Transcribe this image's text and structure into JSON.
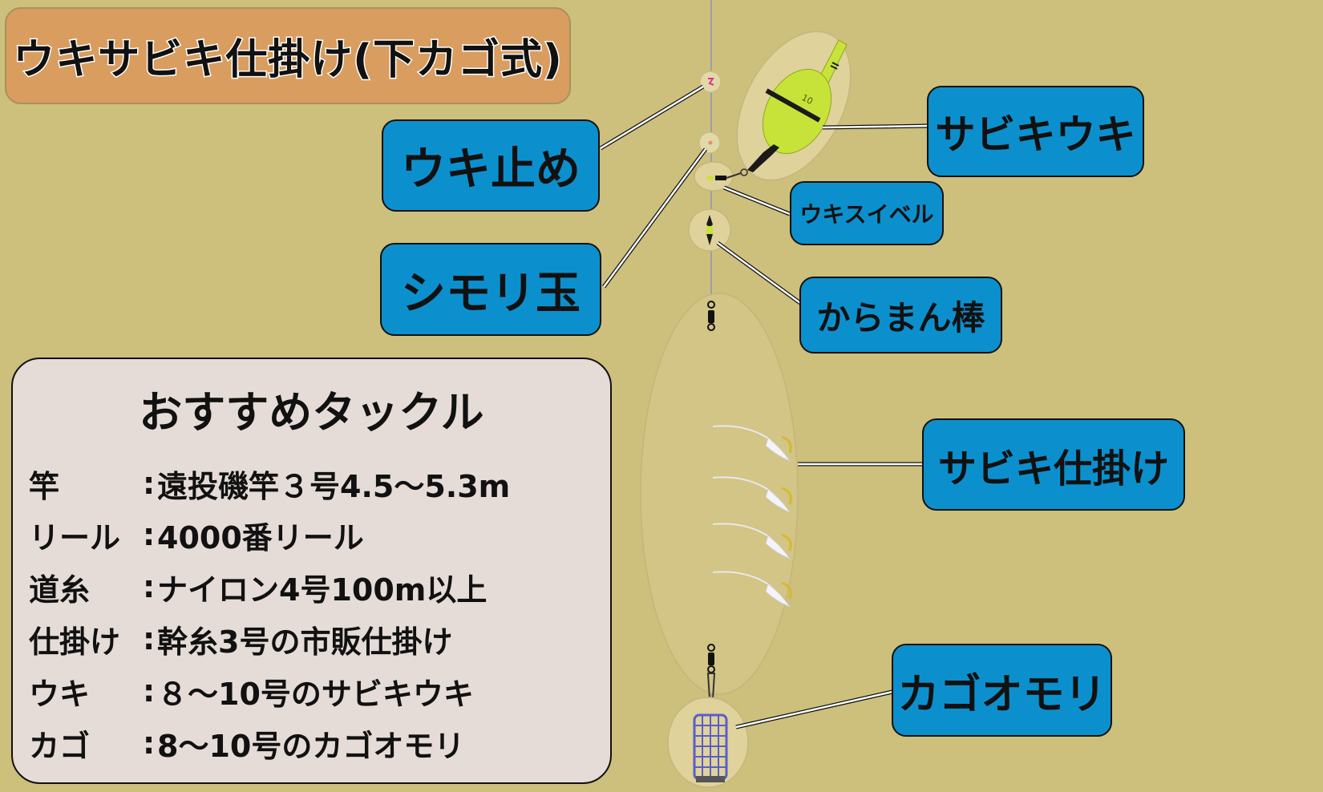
{
  "title": "ウキサビキ仕掛け(下カゴ式)",
  "labels": {
    "uki_dome": "ウキ止め",
    "shimori_dama": "シモリ玉",
    "sabiki_uki": "サビキウキ",
    "uki_swivel": "ウキスイベル",
    "karaman_bou": "からまん棒",
    "sabiki_shikake": "サビキ仕掛け",
    "kago_omori": "カゴオモリ"
  },
  "float_marking": "10",
  "tackle": {
    "heading": "おすすめタックル",
    "rows": [
      {
        "key": "竿",
        "value": "遠投磯竿３号4.5〜5.3m"
      },
      {
        "key": "リール",
        "value": "4000番リール"
      },
      {
        "key": "道糸",
        "value": "ナイロン4号100m以上"
      },
      {
        "key": "仕掛け",
        "value": "幹糸3号の市販仕掛け"
      },
      {
        "key": "ウキ",
        "value": "８〜10号のサビキウキ"
      },
      {
        "key": "カゴ",
        "value": "8〜10号のカゴオモリ"
      }
    ]
  },
  "colors": {
    "background": "#cdbf7c",
    "title_box": "#d99d5f",
    "label_box": "#0c90cd",
    "tackle_box": "#e5dcd8",
    "float_body": "#c7e33a",
    "basket": "#5a5fc8"
  }
}
